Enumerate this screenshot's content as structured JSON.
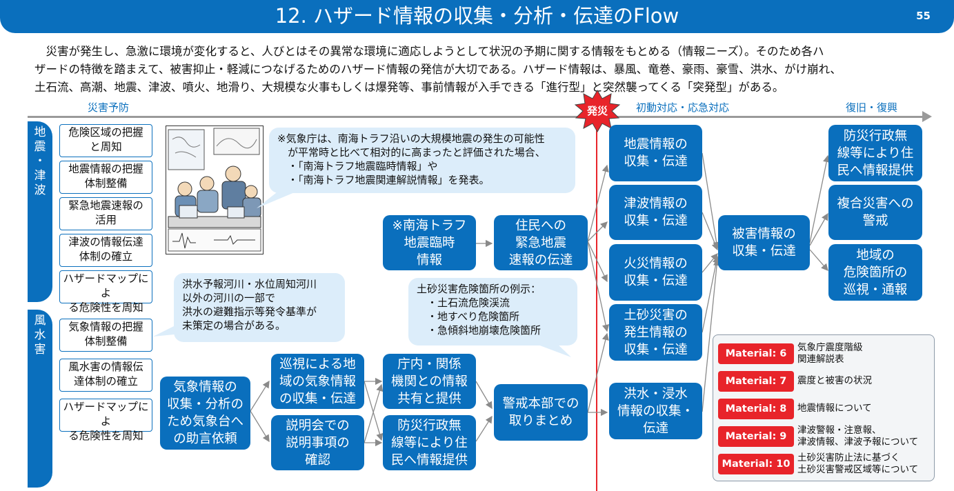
{
  "header": {
    "title": "12. ハザード情報の収集・分析・伝達のFlow",
    "page_number": "55"
  },
  "intro": {
    "line1": "　災害が発生し、急激に環境が変化すると、人びとはその異常な環境に適応しようとして状況の予期に関する情報をもとめる（情報ニーズ）。そのため各ハ",
    "line2": "ザードの特徴を踏まえて、被害抑止・軽減につなげるためのハザード情報の発信が大切である。ハザード情報は、暴風、竜巻、豪雨、豪雪、洪水、がけ崩れ、",
    "line3": "土石流、高潮、地震、津波、噴火、地滑り、大規模な火事もしくは爆発等、事前情報が入手できる「進行型」と突然襲ってくる「突発型」がある。"
  },
  "phases": {
    "prevention": "災害予防",
    "initial_response": "初動対応・応急対応",
    "recovery": "復旧・復興"
  },
  "burst": {
    "label": "発災",
    "fill": "#e8242a"
  },
  "side_labels": {
    "earthquake": [
      "地",
      "震",
      "・",
      "津",
      "波"
    ],
    "storm": [
      "風",
      "水",
      "害"
    ]
  },
  "earthquake_boxes": [
    [
      "危険区域の把握",
      "と周知"
    ],
    [
      "地震情報の把握",
      "体制整備"
    ],
    [
      "緊急地震速報の",
      "活用"
    ],
    [
      "津波の情報伝達",
      "体制の確立"
    ],
    [
      "ハザードマップによ",
      "る危険性を周知"
    ]
  ],
  "storm_boxes": [
    [
      "気象情報の把握",
      "体制整備"
    ],
    [
      "風水害の情報伝",
      "達体制の確立"
    ],
    [
      "ハザードマップによ",
      "る危険性を周知"
    ]
  ],
  "bubbles": {
    "jma": [
      "※気象庁は、南海トラフ沿いの大規模地震の発生の可能性",
      "　が平常時と比べて相対的に高まったと評価された場合、",
      "　・「南海トラフ地震臨時情報」や",
      "　・「南海トラフ地震関連解説情報」を発表。"
    ],
    "flood": [
      "洪水予報河川・水位周知河川",
      "以外の河川の一部で",
      "洪水の避難指示等発令基準が",
      "未策定の場合がある。"
    ],
    "landslide": [
      "土砂災害危険箇所の例示：",
      "　・土石流危険渓流",
      "　・地すべり危険箇所",
      "　・急傾斜地崩壊危険箇所"
    ]
  },
  "flow": {
    "nankai": [
      "※南海トラフ",
      "地震臨時",
      "情報"
    ],
    "eew": [
      "住民への",
      "緊急地震",
      "速報の伝達"
    ],
    "weather_advice": [
      "気象情報の",
      "収集・分析の",
      "ため気象台へ",
      "の助言依頼"
    ],
    "patrol": [
      "巡視による地",
      "域の気象情報",
      "の収集・伝達"
    ],
    "briefing": [
      "説明会での",
      "説明事項の",
      "確認"
    ],
    "share": [
      "庁内・関係",
      "機関との情報",
      "共有と提供"
    ],
    "radio_pre": [
      "防災行政無",
      "線等により住",
      "民へ情報提供"
    ],
    "hq": [
      "警戒本部での",
      "取りまとめ"
    ],
    "eq_info": [
      "地震情報の",
      "収集・伝達"
    ],
    "tsunami_info": [
      "津波情報の",
      "収集・伝達"
    ],
    "fire_info": [
      "火災情報の",
      "収集・伝達"
    ],
    "sediment_info": [
      "土砂災害の",
      "発生情報の",
      "収集・伝達"
    ],
    "flood_info": [
      "洪水・浸水",
      "情報の収集・",
      "伝達"
    ],
    "damage_info": [
      "被害情報の",
      "収集・伝達"
    ],
    "radio_post": [
      "防災行政無",
      "線等により住",
      "民へ情報提供"
    ],
    "compound": [
      "複合災害への",
      "警戒"
    ],
    "patrol_post": [
      "地域の",
      "危険箇所の",
      "巡視・通報"
    ]
  },
  "materials": [
    {
      "label": "Material: 6",
      "text": [
        "気象庁震度階級",
        "関連解説表"
      ]
    },
    {
      "label": "Material: 7",
      "text": [
        "震度と被害の状況"
      ]
    },
    {
      "label": "Material: 8",
      "text": [
        "地震情報について"
      ]
    },
    {
      "label": "Material: 9",
      "text": [
        "津波警報・注意報、",
        "津波情報、津波予報について"
      ]
    },
    {
      "label": "Material: 10",
      "text": [
        "土砂災害防止法に基づく",
        "土砂災害警戒区域等について"
      ]
    }
  ],
  "colors": {
    "brand_blue": "#0a6fbd",
    "bubble_fill": "#dcedfa",
    "alert_red": "#e8242a",
    "connector_gray": "#8a8a8a"
  }
}
